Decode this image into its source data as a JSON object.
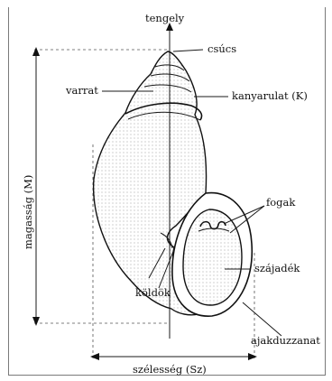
{
  "labels": {
    "tengely": "tengely",
    "csucs": "csúcs",
    "varrat": "varrat",
    "kanyarulat": "kanyarulat (K)",
    "fogak": "fogak",
    "szajadek": "szájadék",
    "koldok": "köldök",
    "ajakduzzanat": "ajakduzzanat",
    "magassag": "magasság (M)",
    "szelesseg": "szélesség (Sz)"
  }
}
